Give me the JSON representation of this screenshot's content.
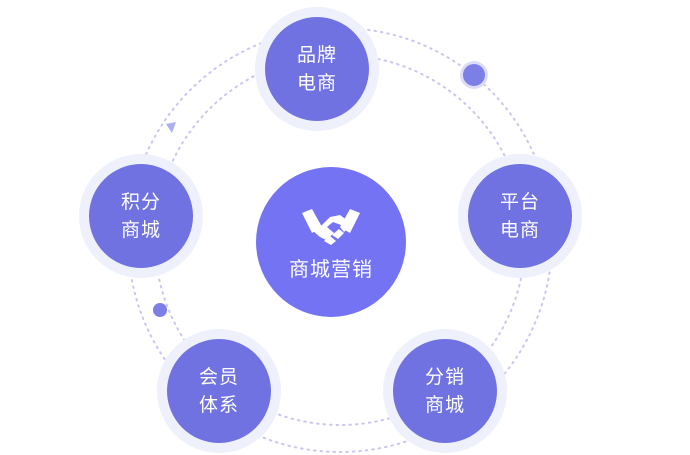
{
  "center": {
    "label": "商城营销",
    "icon": "handshake-icon"
  },
  "nodes": [
    {
      "id": "brand",
      "line1": "品牌",
      "line2": "电商"
    },
    {
      "id": "platform",
      "line1": "平台",
      "line2": "电商"
    },
    {
      "id": "distribution",
      "line1": "分销",
      "line2": "商城"
    },
    {
      "id": "member",
      "line1": "会员",
      "line2": "体系"
    },
    {
      "id": "points",
      "line1": "积分",
      "line2": "商城"
    }
  ],
  "colors": {
    "node": "#6f72e0",
    "center": "#7373f3",
    "halo": "#eef0fb",
    "ring": "#b7b4ea",
    "accent": "#7b7fe6"
  }
}
